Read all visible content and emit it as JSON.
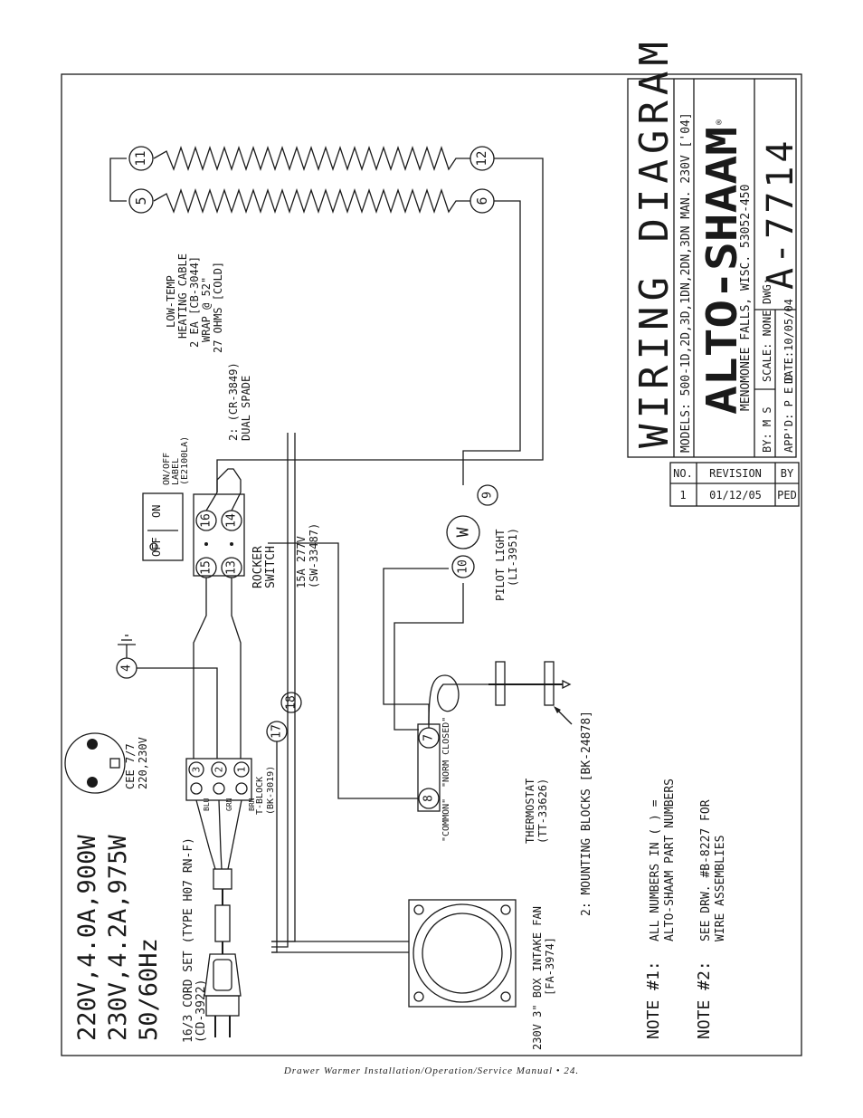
{
  "ratings": [
    "220V,4.0A,900W",
    "230V,4.2A,975W",
    "50/60Hz"
  ],
  "cord_set": [
    "16/3 CORD SET (TYPE H07 RN-F)",
    "(CD-3922)"
  ],
  "fan": [
    "230V 3\" BOX INTAKE FAN",
    "[FA-3974]"
  ],
  "plug": [
    "CEE 7/7",
    "220,230V"
  ],
  "tblock": {
    "label": [
      "T-BLOCK",
      "(BK-3019)"
    ],
    "terminals": [
      "3",
      "2",
      "1"
    ],
    "wires": [
      "BLU",
      "GRN",
      "BRN"
    ]
  },
  "thermostat": {
    "label": [
      "THERMOSTAT",
      "(TT-33626)"
    ],
    "terminals": [
      "7",
      "8"
    ],
    "contacts": [
      "\"NORM CLOSED\"",
      "\"COMMON\""
    ]
  },
  "mounting_blocks": "2: MOUNTING BLOCKS [BK-24878]",
  "ground": "4",
  "wire_numbers": [
    "17",
    "18"
  ],
  "switch": {
    "label": [
      "ROCKER",
      "SWITCH"
    ],
    "rating": [
      "15A 277V",
      "(SW-33487)"
    ],
    "terminals": [
      "15",
      "16",
      "13",
      "14"
    ],
    "on": "ON",
    "off": "OFF",
    "label_part": [
      "ON/OFF",
      "LABEL",
      "(E2100LA)"
    ]
  },
  "spade": [
    "2: (CR-3849)",
    "DUAL SPADE"
  ],
  "pilot": {
    "label": [
      "PILOT LIGHT",
      "(LI-3951)"
    ],
    "terminals": [
      "10",
      "9"
    ],
    "letter": "W"
  },
  "heating": {
    "label": [
      "LOW-TEMP",
      "HEATING CABLE",
      "2 EA [CB-3044]",
      "WRAP @ 52\"",
      "27 OHMS [COLD]"
    ],
    "terminals": [
      "5",
      "11",
      "6",
      "12"
    ]
  },
  "notes": [
    [
      "NOTE #1:",
      "ALL NUMBERS IN ( ) =",
      "ALTO-SHAAM PART NUMBERS"
    ],
    [
      "NOTE #2:",
      "SEE DRW. #B-8227 FOR",
      "WIRE ASSEMBLIES"
    ]
  ],
  "title_block": {
    "title": "WIRING DIAGRAM",
    "models": "MODELS: 500-1D,2D,3D,1DN,2DN,3DN MAN. 230V ['04]",
    "brand": "ALTO-SHAAM",
    "brand_mark": "®",
    "location": "MENOMONEE FALLS, WISC. 53052-450",
    "by": "BY: M S",
    "appd": "APP'D: P E D",
    "scale": "SCALE: NONE",
    "date": "DATE:10/05/04",
    "dwg_label": "DWG:",
    "dwg": "A-7714",
    "revision_headers": [
      "NO.",
      "REVISION",
      "BY"
    ],
    "revision_row": [
      "1",
      "01/12/05",
      "PED"
    ]
  },
  "footer": "Drawer Warmer Installation/Operation/Service Manual • 24."
}
